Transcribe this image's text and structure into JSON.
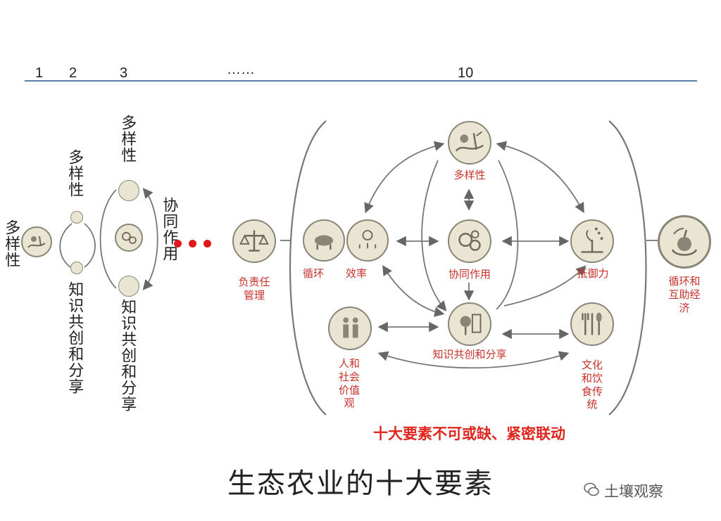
{
  "stages": {
    "s1": "1",
    "s2": "2",
    "s3": "3",
    "ellipsis": "……",
    "s10": "10"
  },
  "col1": {
    "top": "多样性"
  },
  "col2": {
    "top": "多样性",
    "bottom": "知识共创和分享"
  },
  "col3": {
    "top": "多样性",
    "side": "协同作用",
    "bottom": "知识共创和分享"
  },
  "elements": {
    "diversity": "多样性",
    "recycling": "循环",
    "efficiency": "效率",
    "synergy": "协同作用",
    "resilience": "抵御力",
    "responsible": "负责任管理",
    "human_social": "人和社会价值观",
    "knowledge": "知识共创和分享",
    "culture": "文化和饮食传统",
    "circular": "循环和互助经济"
  },
  "slogan": "十大要素不可或缺、紧密联动",
  "title": "生态农业的十大要素",
  "watermark": "土壤观察",
  "colors": {
    "accent_red": "#c8302a",
    "icon_bg": "#eae4d2",
    "line": "#5b7fa8"
  }
}
